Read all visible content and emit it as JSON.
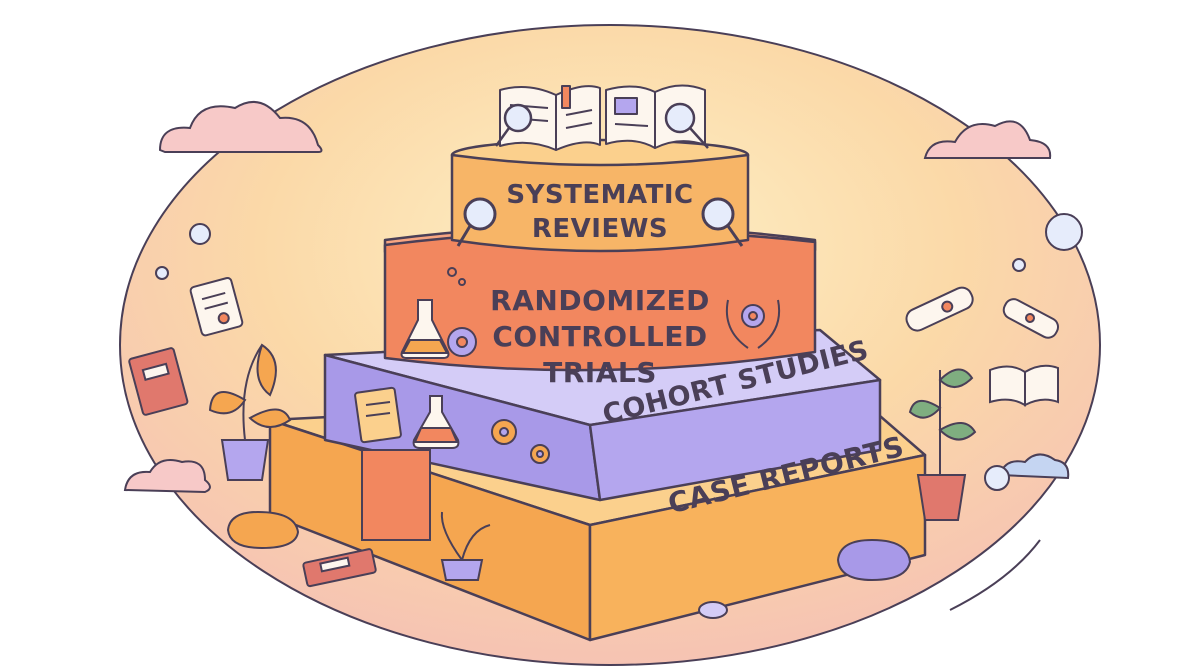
{
  "tiers": [
    {
      "label_line1": "SYSTEMATIC",
      "label_line2": "REVIEWS"
    },
    {
      "label_line1": "RANDOMIZED",
      "label_line2": "CONTROLLED",
      "label_line3": "TRIALS"
    },
    {
      "label_line1": "COHORT STUDIES"
    },
    {
      "label_line1": "CASE REPORTS"
    }
  ],
  "colors": {
    "background_glow": "#fbd9a8",
    "tier_systematic": "#f7b567",
    "tier_rct": "#f2875f",
    "tier_cohort": "#b4a6ee",
    "tier_case": "#f8b25c",
    "outline": "#4a3f57"
  },
  "icons": [
    "open-book-icon",
    "magnifier-icon",
    "flask-icon",
    "gear-icon",
    "laurel-icon",
    "scroll-icon",
    "book-icon",
    "plant-icon",
    "cloud-icon",
    "bubble-icon",
    "stone-icon",
    "note-icon"
  ]
}
